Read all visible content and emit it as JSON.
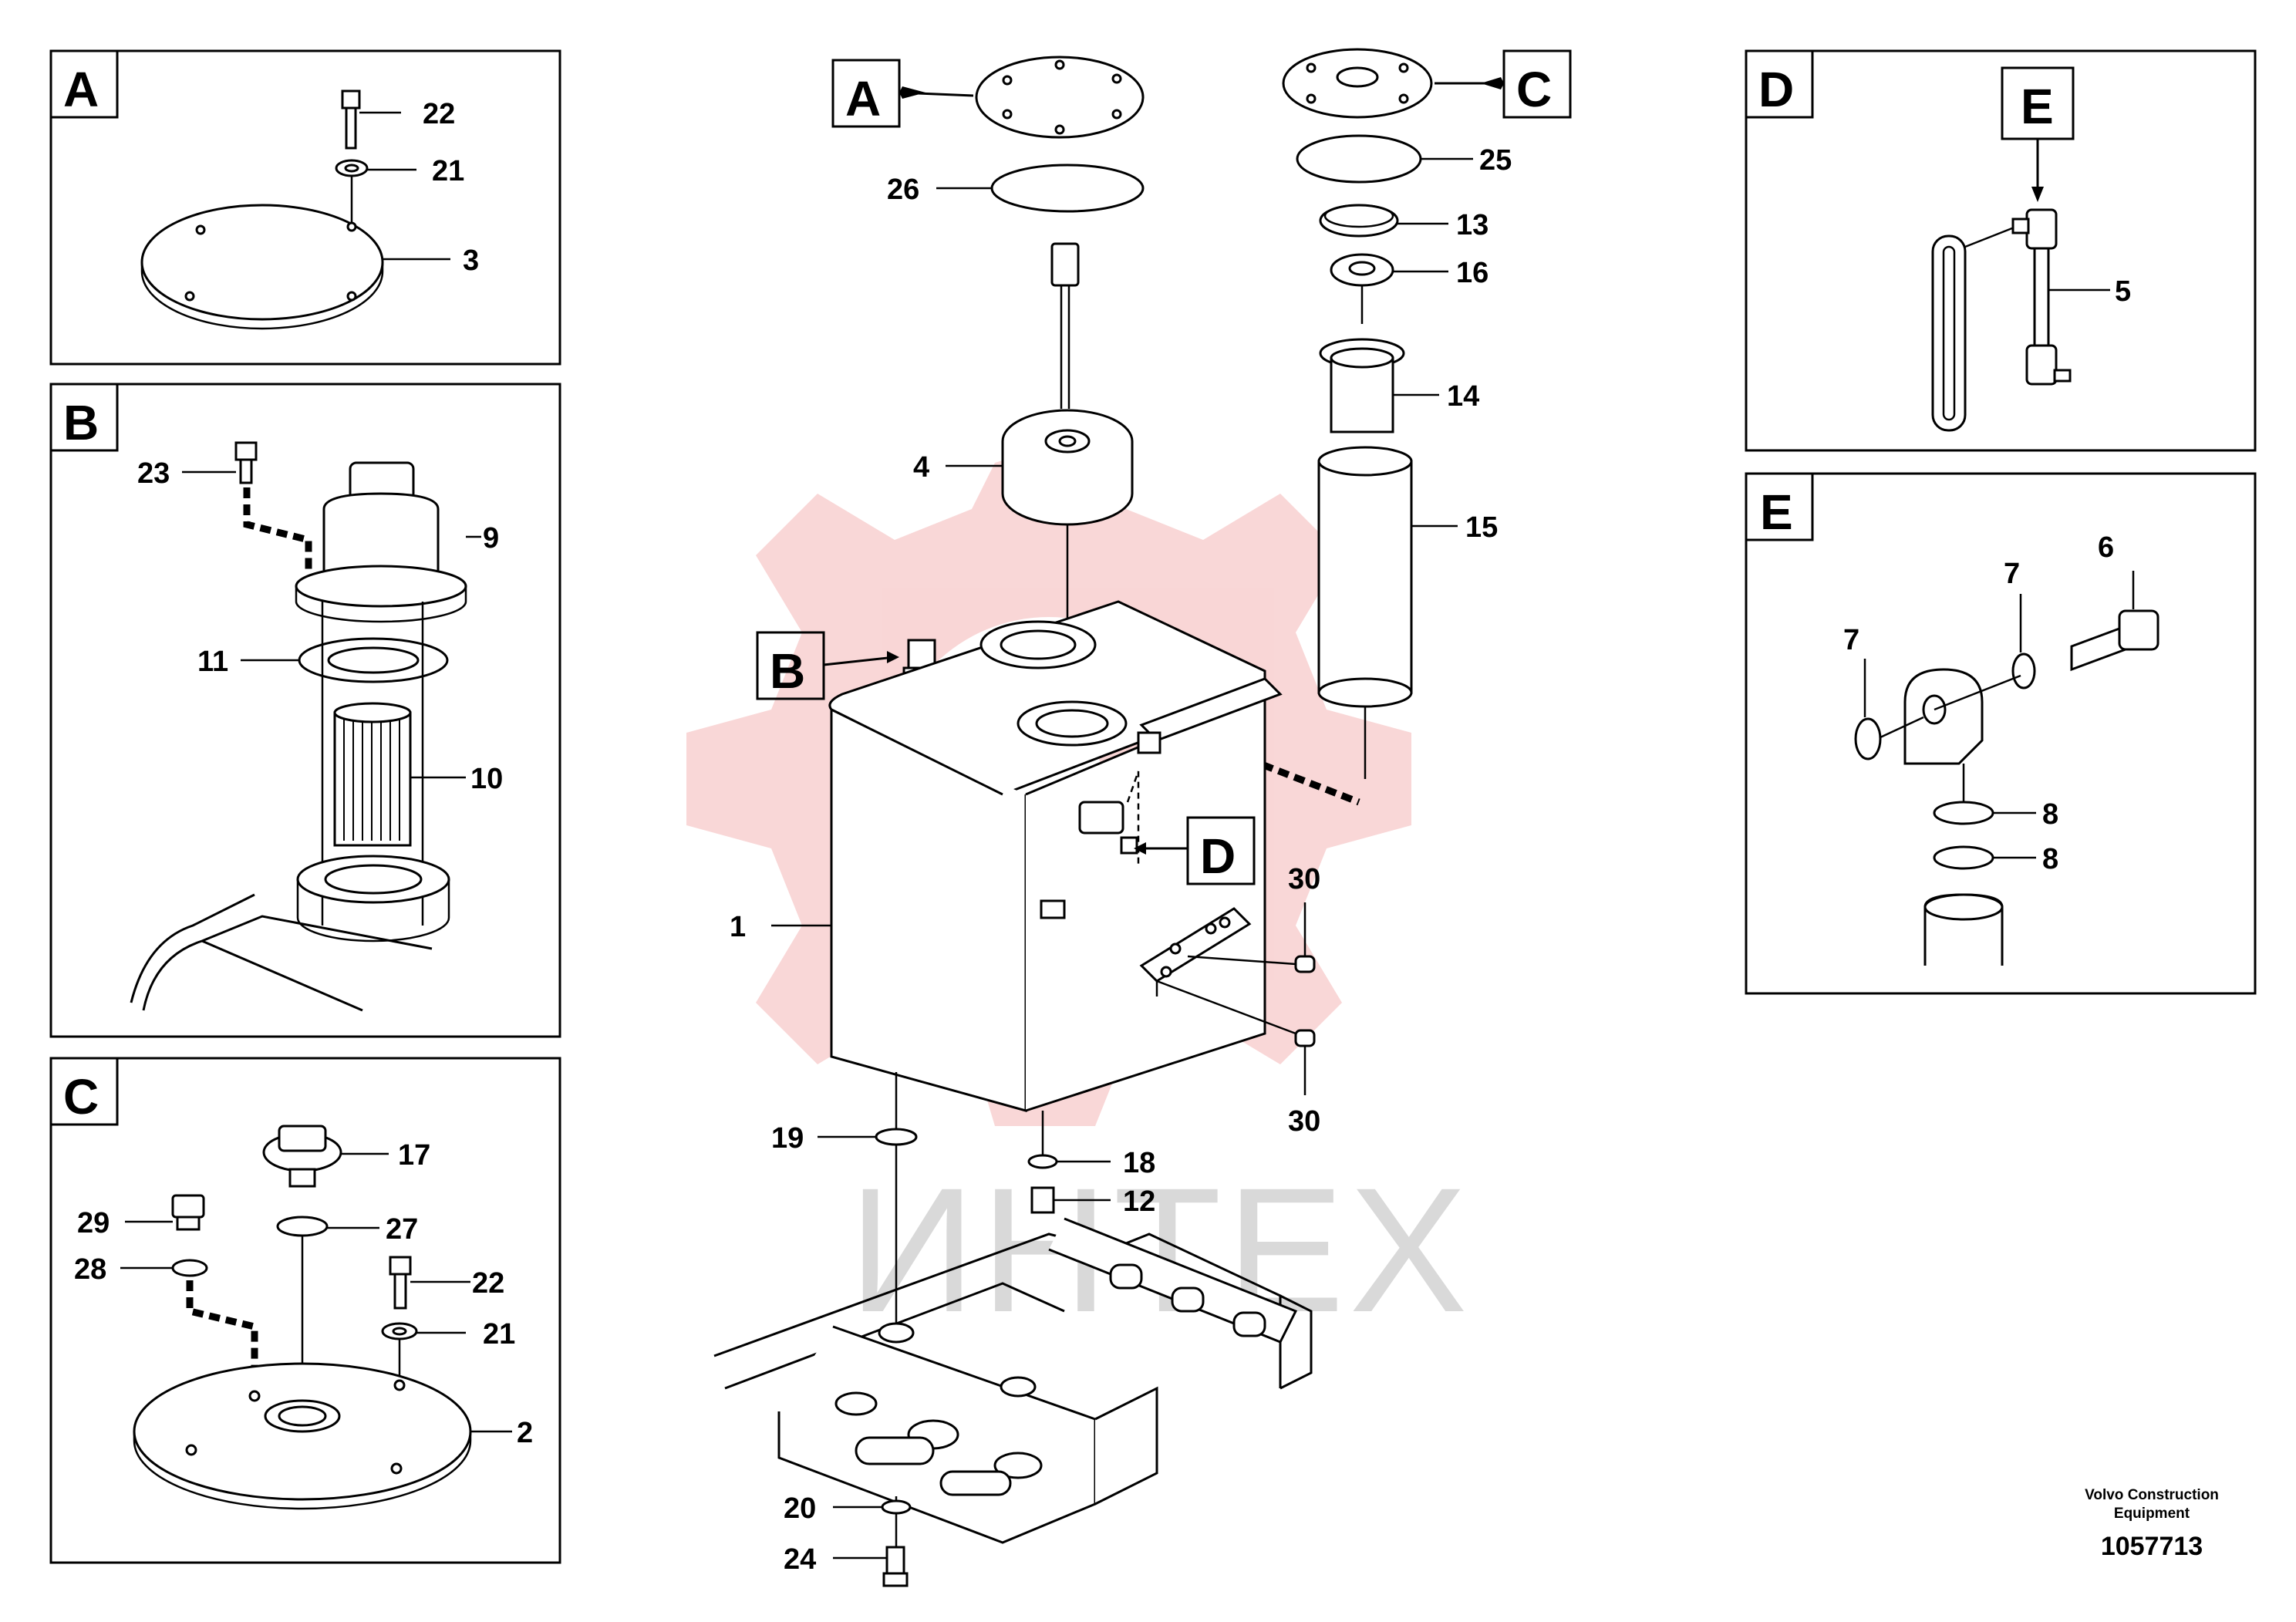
{
  "detail_panels": [
    {
      "letter": "A",
      "callouts": [
        "22",
        "21",
        "3"
      ]
    },
    {
      "letter": "B",
      "callouts": [
        "23",
        "9",
        "11",
        "10"
      ]
    },
    {
      "letter": "C",
      "callouts": [
        "17",
        "29",
        "27",
        "28",
        "22",
        "21",
        "2"
      ]
    },
    {
      "letter": "D",
      "sub_letter": "E",
      "callouts": [
        "5"
      ]
    },
    {
      "letter": "E",
      "callouts": [
        "6",
        "7",
        "7",
        "8",
        "8"
      ]
    }
  ],
  "main_view": {
    "letters": [
      "A",
      "C",
      "B",
      "D"
    ],
    "callouts": [
      "26",
      "25",
      "13",
      "16",
      "14",
      "4",
      "15",
      "1",
      "30",
      "30",
      "19",
      "18",
      "12",
      "20",
      "24"
    ]
  },
  "watermark": {
    "text": "ИНТЕХ",
    "color": "#f2b8b8"
  },
  "footer": {
    "credit_line1": "Volvo Construction",
    "credit_line2": "Equipment",
    "doc_number": "1057713"
  }
}
